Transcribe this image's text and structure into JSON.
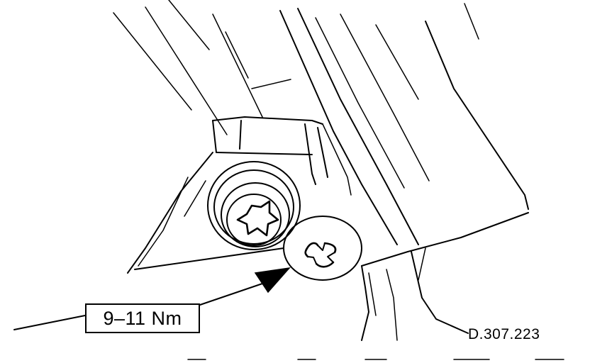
{
  "callout": {
    "torque_label": "9–11 Nm"
  },
  "figure": {
    "reference": "D.307.223"
  },
  "colors": {
    "ink": "#000000",
    "background": "#ffffff"
  },
  "icons": {
    "pointer": "black-arrow",
    "bolt": "torx-bolt"
  }
}
